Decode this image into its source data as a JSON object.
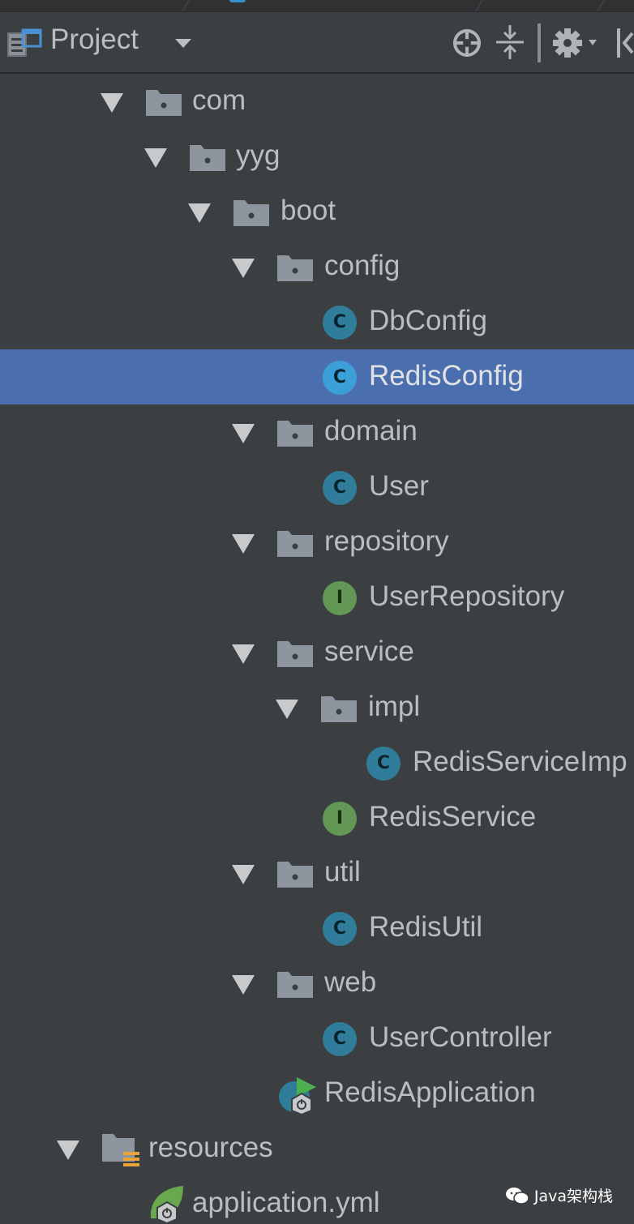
{
  "panel": {
    "title": "Project",
    "toolbar_icons": [
      "project-view-icon",
      "dropdown-arrow-icon",
      "locate-icon",
      "collapse-all-icon",
      "settings-icon",
      "hide-panel-icon"
    ]
  },
  "tree": [
    {
      "label": "com",
      "type": "package",
      "expanded": true
    },
    {
      "label": "yyg",
      "type": "package",
      "expanded": true
    },
    {
      "label": "boot",
      "type": "package",
      "expanded": true
    },
    {
      "label": "config",
      "type": "package",
      "expanded": true
    },
    {
      "label": "DbConfig",
      "type": "class",
      "badge": "C"
    },
    {
      "label": "RedisConfig",
      "type": "class",
      "badge": "C",
      "selected": true
    },
    {
      "label": "domain",
      "type": "package",
      "expanded": true
    },
    {
      "label": "User",
      "type": "class",
      "badge": "C"
    },
    {
      "label": "repository",
      "type": "package",
      "expanded": true
    },
    {
      "label": "UserRepository",
      "type": "interface",
      "badge": "I"
    },
    {
      "label": "service",
      "type": "package",
      "expanded": true
    },
    {
      "label": "impl",
      "type": "package",
      "expanded": true
    },
    {
      "label": "RedisServiceImp",
      "type": "class",
      "badge": "C"
    },
    {
      "label": "RedisService",
      "type": "interface",
      "badge": "I"
    },
    {
      "label": "util",
      "type": "package",
      "expanded": true
    },
    {
      "label": "RedisUtil",
      "type": "class",
      "badge": "C"
    },
    {
      "label": "web",
      "type": "package",
      "expanded": true
    },
    {
      "label": "UserController",
      "type": "class",
      "badge": "C"
    },
    {
      "label": "RedisApplication",
      "type": "spring-app"
    },
    {
      "label": "resources",
      "type": "resources-folder",
      "expanded": true
    },
    {
      "label": "application.yml",
      "type": "spring-config"
    }
  ],
  "watermark": "Java架构栈",
  "colors": {
    "background": "#3c3f41",
    "selection": "#4b6eaf",
    "class_badge": "#2f7d9b",
    "interface_badge": "#629755",
    "text": "#bbbdbf"
  }
}
